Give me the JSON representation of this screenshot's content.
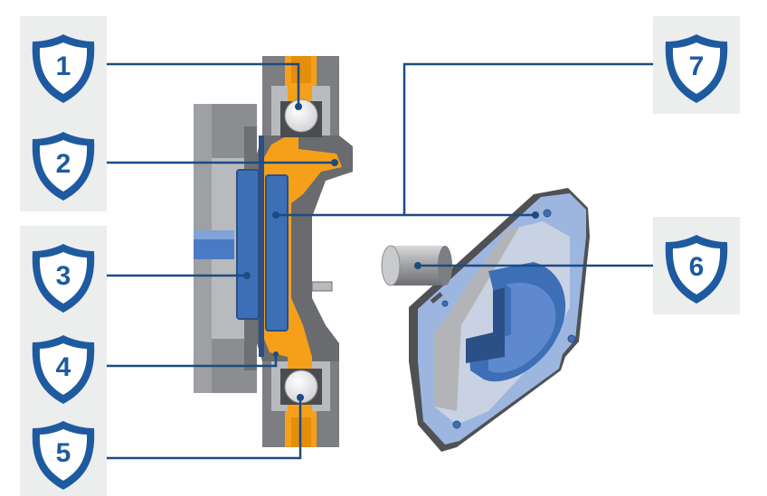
{
  "colors": {
    "shield_fill": "#1e5aa0",
    "shield_inner": "#ffffff",
    "badge_bg": "#eceded",
    "leader_line": "#1c4b82",
    "housing_dark": "#5f6063",
    "housing_mid": "#8c8d90",
    "housing_light": "#b9babd",
    "fluid_orange": "#f6a01a",
    "diaphragm_blue": "#3d6fb6",
    "magnet_blue": "#6b8fd0",
    "plate_blue": "#9db6e0",
    "ball_white": "#f4f4f4"
  },
  "callouts": [
    {
      "id": "1",
      "label": "1",
      "side": "left"
    },
    {
      "id": "2",
      "label": "2",
      "side": "left"
    },
    {
      "id": "3",
      "label": "3",
      "side": "left"
    },
    {
      "id": "4",
      "label": "4",
      "side": "left"
    },
    {
      "id": "5",
      "label": "5",
      "side": "left"
    },
    {
      "id": "6",
      "label": "6",
      "side": "right"
    },
    {
      "id": "7",
      "label": "7",
      "side": "right"
    }
  ],
  "parts": {
    "left_assembly": "pump-head-cross-section",
    "right_assembly": "magnet-drive-plate"
  }
}
